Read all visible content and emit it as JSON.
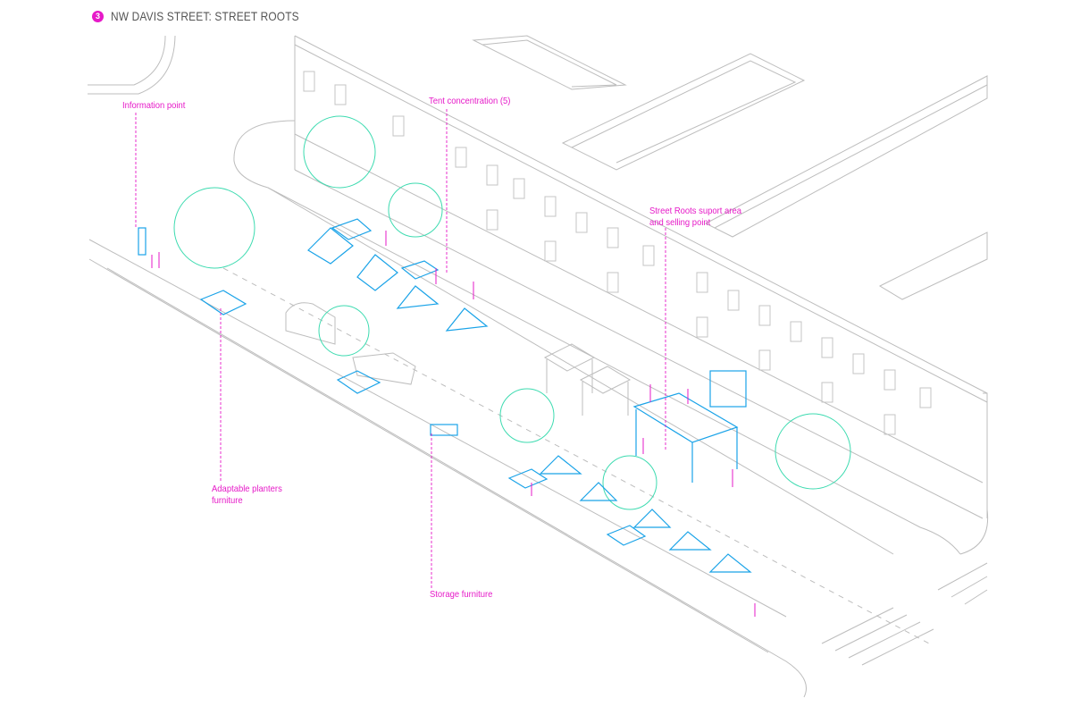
{
  "header": {
    "number": "3",
    "title": "NW DAVIS STREET: STREET ROOTS"
  },
  "annotations": {
    "information_point": "Information point",
    "tent_concentration": "Tent concentration (5)",
    "street_roots_1": "Street Roots suport area",
    "street_roots_2": "and selling point",
    "planters_1": "Adaptable planters",
    "planters_2": "furniture",
    "storage": "Storage furniture"
  },
  "colors": {
    "accent": "#e619c8",
    "tents": "#1aa3e8",
    "trees": "#3ddbb0",
    "lines": "#b5b5b5"
  }
}
